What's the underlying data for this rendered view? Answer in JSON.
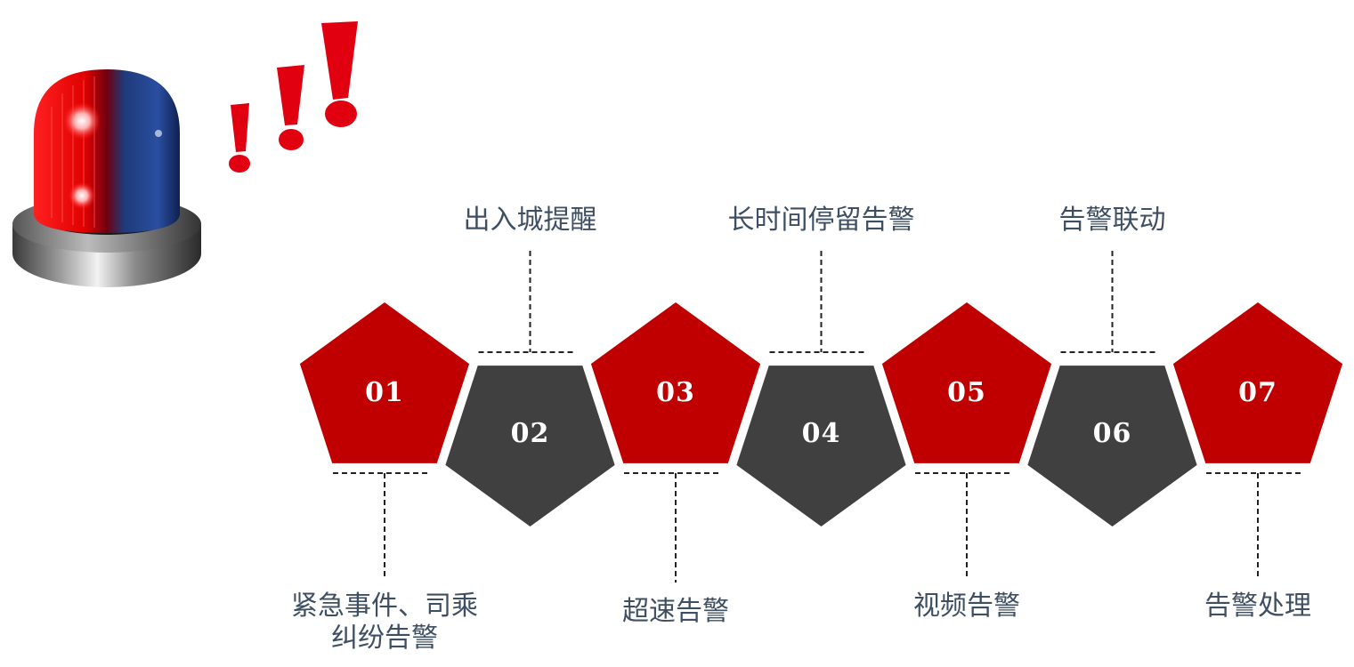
{
  "steps": [
    {
      "id": "01",
      "label_lines": [
        "紧急事件、司乘",
        "纠纷告警"
      ],
      "position": "bottom",
      "color": "#c00000"
    },
    {
      "id": "02",
      "label_lines": [
        "出入城提醒"
      ],
      "position": "top",
      "color": "#404040"
    },
    {
      "id": "03",
      "label_lines": [
        "超速告警"
      ],
      "position": "bottom",
      "color": "#c00000"
    },
    {
      "id": "04",
      "label_lines": [
        "长时间停留告警"
      ],
      "position": "top",
      "color": "#404040"
    },
    {
      "id": "05",
      "label_lines": [
        "视频告警"
      ],
      "position": "bottom",
      "color": "#c00000"
    },
    {
      "id": "06",
      "label_lines": [
        "告警联动"
      ],
      "position": "top",
      "color": "#404040"
    },
    {
      "id": "07",
      "label_lines": [
        "告警处理"
      ],
      "position": "bottom",
      "color": "#c00000"
    }
  ],
  "icons": {
    "alarm_light": "alarm-light-icon",
    "exclamations": "exclamation-marks-icon"
  }
}
